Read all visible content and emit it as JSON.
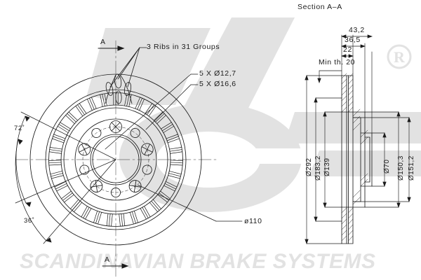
{
  "drawing": {
    "type": "engineering-drawing",
    "subject": "ventilated brake disc rotor",
    "front_view": {
      "notes": [
        {
          "name": "ribs-note",
          "text": "3 Ribs in 31 Groups"
        },
        {
          "name": "small-holes-note",
          "text": "5 X Ø12,7"
        },
        {
          "name": "large-holes-note",
          "text": "5 X Ø16,6"
        },
        {
          "name": "bolt-circle-note",
          "text": "ø110"
        }
      ],
      "angles": [
        {
          "name": "angle-72",
          "text": "72˚"
        },
        {
          "name": "angle-36",
          "text": "36˚"
        }
      ],
      "section_marks": [
        {
          "name": "section-mark-top",
          "text": "A"
        },
        {
          "name": "section-mark-bottom",
          "text": "A"
        }
      ]
    },
    "section_view": {
      "title": "Section A–A",
      "min_thickness": "Min th. 20",
      "horizontal_dims": [
        "43,2",
        "36,5",
        "22"
      ],
      "vertical_dims": [
        "Ø292",
        "Ø183,2",
        "Ø139",
        "Ø70",
        "Ø150,3",
        "Ø151,2"
      ]
    },
    "watermark": {
      "logo": "sbs",
      "registered": "®",
      "tagline": "SCANDINAVIAN BRAKE SYSTEMS",
      "color": "#e2e2e2"
    },
    "colors": {
      "line": "#1b1b1b",
      "background": "#ffffff",
      "watermark": "#e2e2e2"
    }
  }
}
